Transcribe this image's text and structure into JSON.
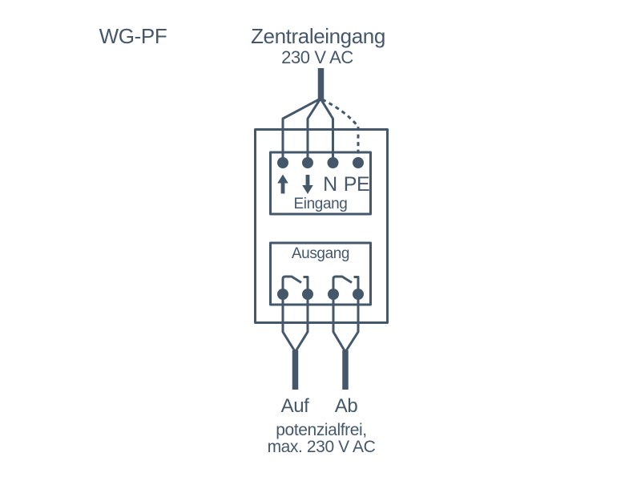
{
  "colors": {
    "ink": "#45586B",
    "background": "#FFFFFF"
  },
  "labels": {
    "device_name": "WG-PF",
    "central_input_title": "Zentraleingang",
    "central_input_voltage": "230 V AC"
  },
  "device": {
    "input_block": {
      "title": "Eingang",
      "terminals": [
        {
          "name": "phase-up",
          "icon": "arrow-up-icon",
          "label": ""
        },
        {
          "name": "phase-down",
          "icon": "arrow-down-icon",
          "label": ""
        },
        {
          "name": "neutral",
          "label": "N"
        },
        {
          "name": "protective-earth",
          "label": "PE",
          "wire": "dashed"
        }
      ]
    },
    "output_block": {
      "title": "Ausgang",
      "contacts": [
        {
          "name": "relay-contact-auf",
          "type": "normally-open"
        },
        {
          "name": "relay-contact-ab",
          "type": "normally-open"
        }
      ]
    }
  },
  "outputs": {
    "up_label": "Auf",
    "down_label": "Ab",
    "note_line1": "potenzialfrei,",
    "note_line2": "max. 230 V AC"
  }
}
